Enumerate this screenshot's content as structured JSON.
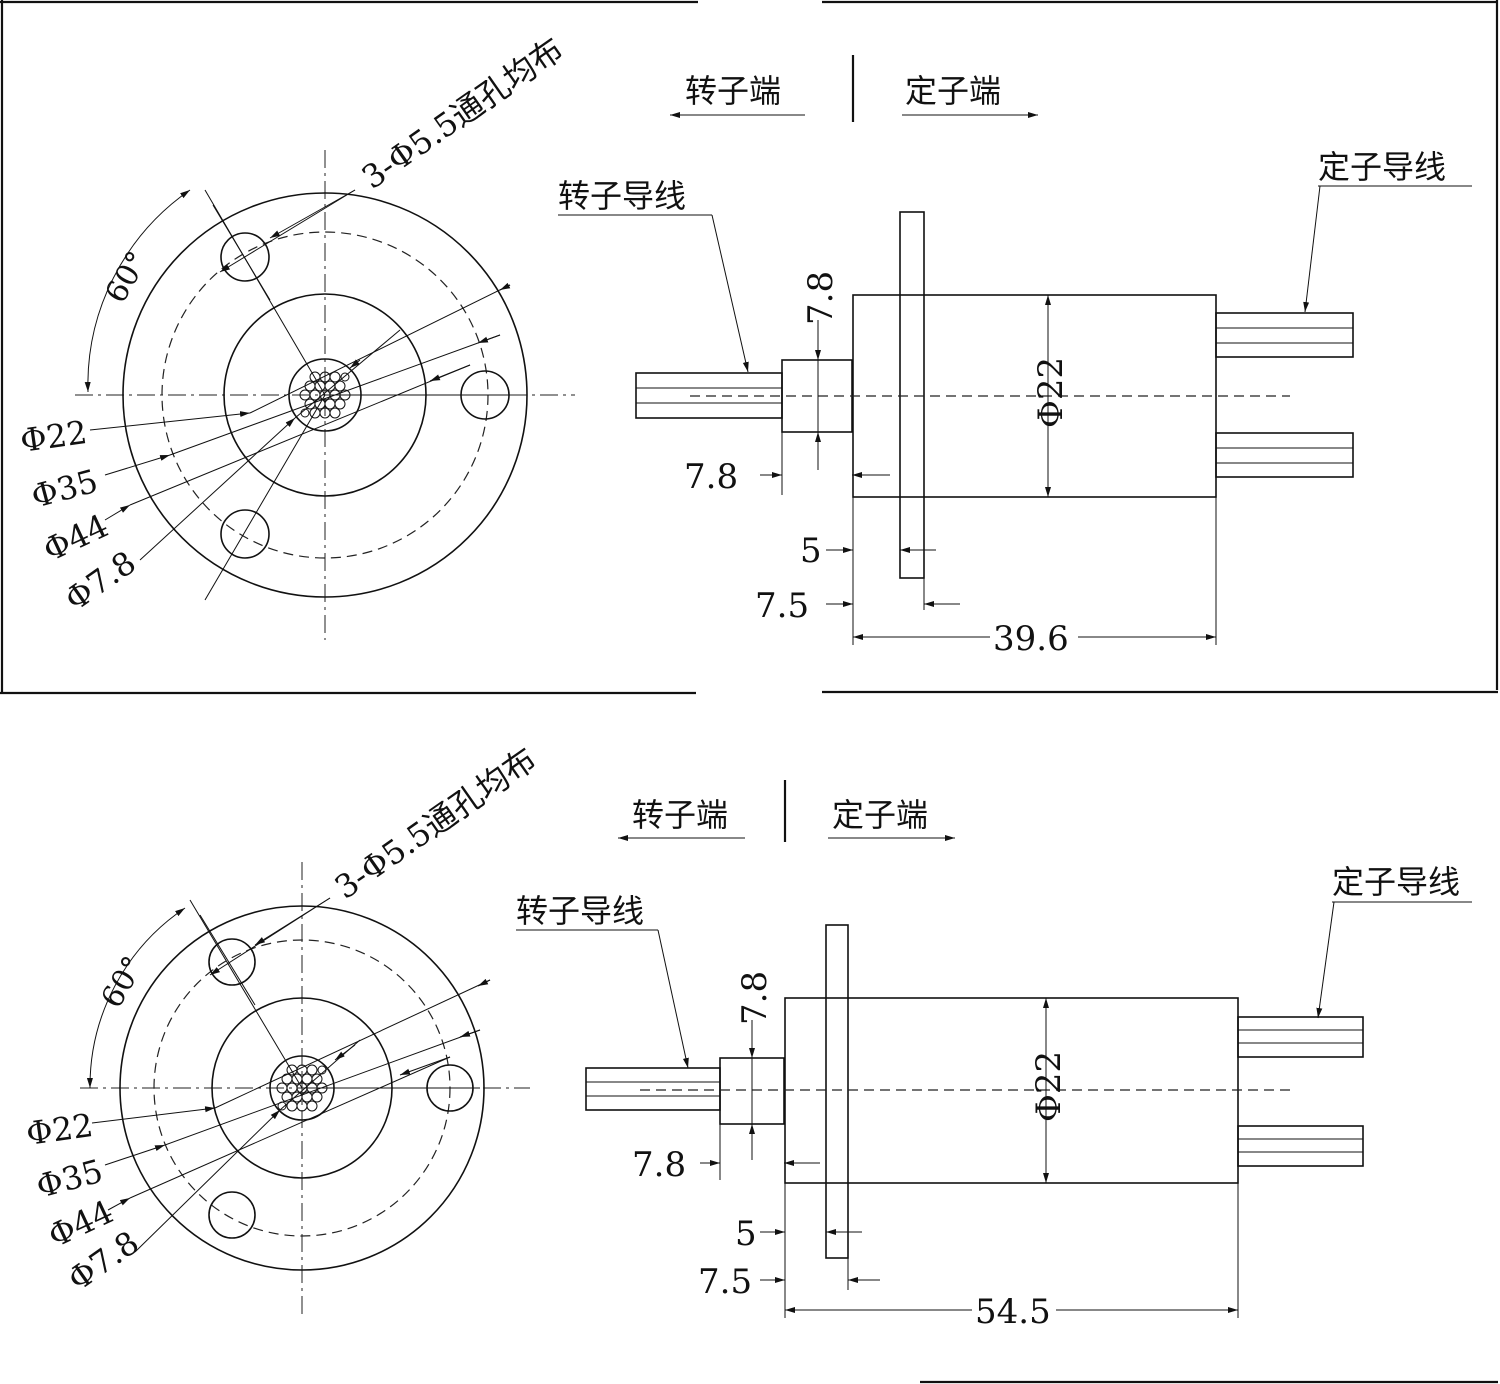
{
  "panels": [
    {
      "rotor_end": "转子端",
      "stator_end": "定子端",
      "rotor_lead": "转子导线",
      "stator_lead": "定子导线",
      "holes_note": "3-Φ5.5通孔均布",
      "angle": "60°",
      "dia_labels": [
        "Φ22",
        "Φ35",
        "Φ44",
        "Φ7.8"
      ],
      "body_dia": "Φ22",
      "shaft_len": "7.8",
      "shaft_dia": "7.8",
      "flange_thk": "5",
      "flange_pos": "7.5",
      "total_len": "39.6"
    },
    {
      "rotor_end": "转子端",
      "stator_end": "定子端",
      "rotor_lead": "转子导线",
      "stator_lead": "定子导线",
      "holes_note": "3-Φ5.5通孔均布",
      "angle": "60°",
      "dia_labels": [
        "Φ22",
        "Φ35",
        "Φ44",
        "Φ7.8"
      ],
      "body_dia": "Φ22",
      "shaft_len": "7.8",
      "shaft_dia": "7.8",
      "flange_thk": "5",
      "flange_pos": "7.5",
      "total_len": "54.5"
    }
  ]
}
